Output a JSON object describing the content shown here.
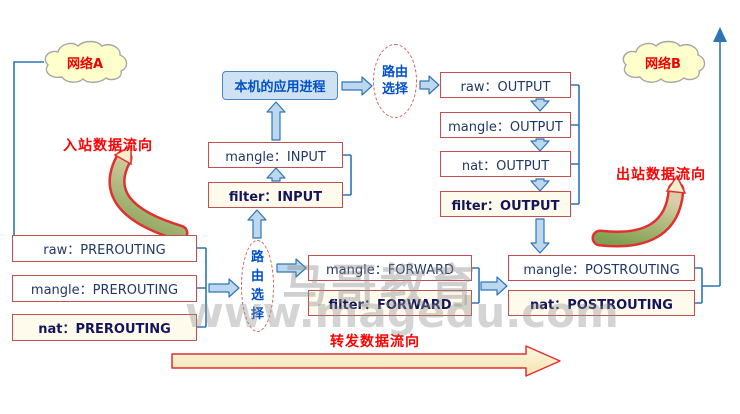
{
  "clouds": {
    "a": "网络A",
    "b": "网络B"
  },
  "process": {
    "label": "本机的应用进程"
  },
  "routing": {
    "top": "路由选择",
    "bottom": "路由选择"
  },
  "chains": {
    "prerouting": [
      "raw：PREROUTING",
      "mangle：PREROUTING",
      "nat：PREROUTING"
    ],
    "input": [
      "mangle：INPUT",
      "filter：INPUT"
    ],
    "output": [
      "raw：OUTPUT",
      "mangle：OUTPUT",
      "nat：OUTPUT",
      "filter：OUTPUT"
    ],
    "forward": [
      "mangle：FORWARD",
      "filter：FORWARD"
    ],
    "postrouting": [
      "mangle：POSTROUTING",
      "nat：POSTROUTING"
    ]
  },
  "flow_labels": {
    "inbound": "入站数据流向",
    "outbound": "出站数据流向",
    "forwarding": "转发数据流向"
  },
  "watermark": {
    "brand": "马哥教育",
    "site": "www.magedu.com"
  },
  "colors": {
    "box_border": "#c0504d",
    "box_text": "#1f3864",
    "arrow_blue": "#2e75b6",
    "arrow_blue_fill": "#bdd7ee",
    "flow_label_red": "#ff0000",
    "curved_arrow_outline": "#e03030",
    "cloud_fill": "#ffffcc",
    "process_fill": "#cfe2f3",
    "process_text": "#0050c8"
  }
}
